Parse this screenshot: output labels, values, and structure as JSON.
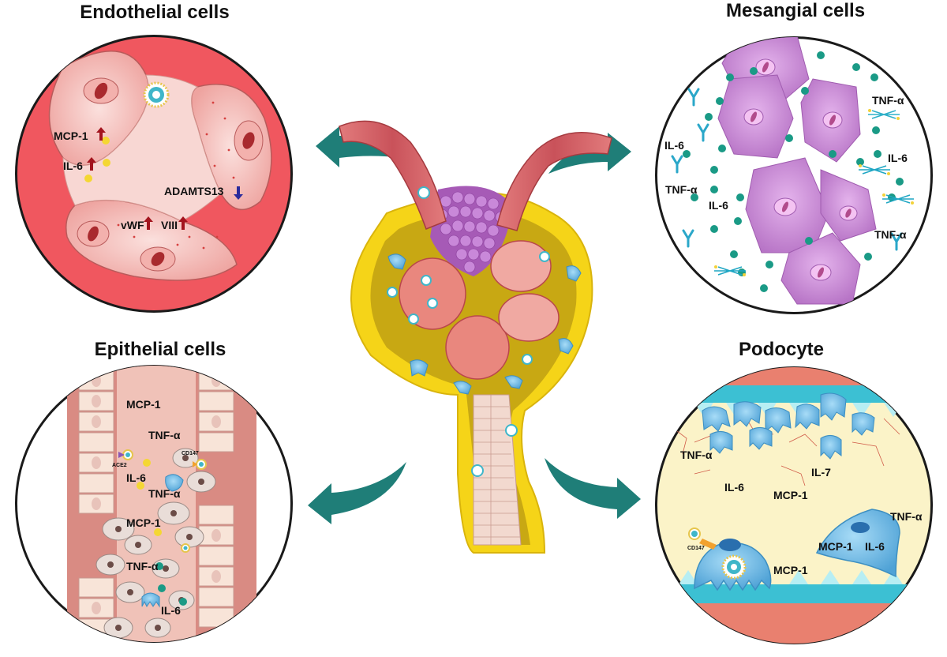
{
  "panels": {
    "endothelial": {
      "title": "Endothelial cells",
      "labels": {
        "mcp1": "MCP-1",
        "il6": "IL-6",
        "adamts13": "ADAMTS13",
        "vwf": "vWF",
        "viii": "VIII"
      }
    },
    "mesangial": {
      "title": "Mesangial cells",
      "labels": {
        "tnf_a_1": "TNF-α",
        "il6_1": "IL-6",
        "il6_2": "IL-6",
        "tnf_a_2": "TNF-α",
        "il6_3": "IL-6",
        "tnf_a_3": "TNF-α"
      }
    },
    "epithelial": {
      "title": "Epithelial cells",
      "labels": {
        "mcp1_1": "MCP-1",
        "tnf_a_1": "TNF-α",
        "ace2": "ACE2",
        "cd147": "CD147",
        "il6_1": "IL-6",
        "tnf_a_2": "TNF-α",
        "mcp1_2": "MCP-1",
        "tnf_a_3": "TNF-α",
        "il6_2": "IL-6"
      }
    },
    "podocyte": {
      "title": "Podocyte",
      "labels": {
        "tnf_a_1": "TNF-α",
        "il7": "IL-7",
        "il6_1": "IL-6",
        "mcp1_1": "MCP-1",
        "tnf_a_2": "TNF-α",
        "cd147": "CD147",
        "mcp1_2": "MCP-1",
        "il6_2": "IL-6",
        "mcp1_3": "MCP-1"
      }
    }
  },
  "colors": {
    "endothelial_bg": "#f0575f",
    "cell_pink": "#f6c6c3",
    "mesangial_purple": "#c98ad6",
    "podocyte_blue": "#6bb6e6",
    "cytokine_teal": "#1a9a86",
    "arrow_teal": "#1f7e78",
    "bowman_yellow": "#f5d418",
    "capillary_red": "#c9525a",
    "up_arrow": "#a3141e",
    "down_arrow": "#2a2a9c"
  }
}
